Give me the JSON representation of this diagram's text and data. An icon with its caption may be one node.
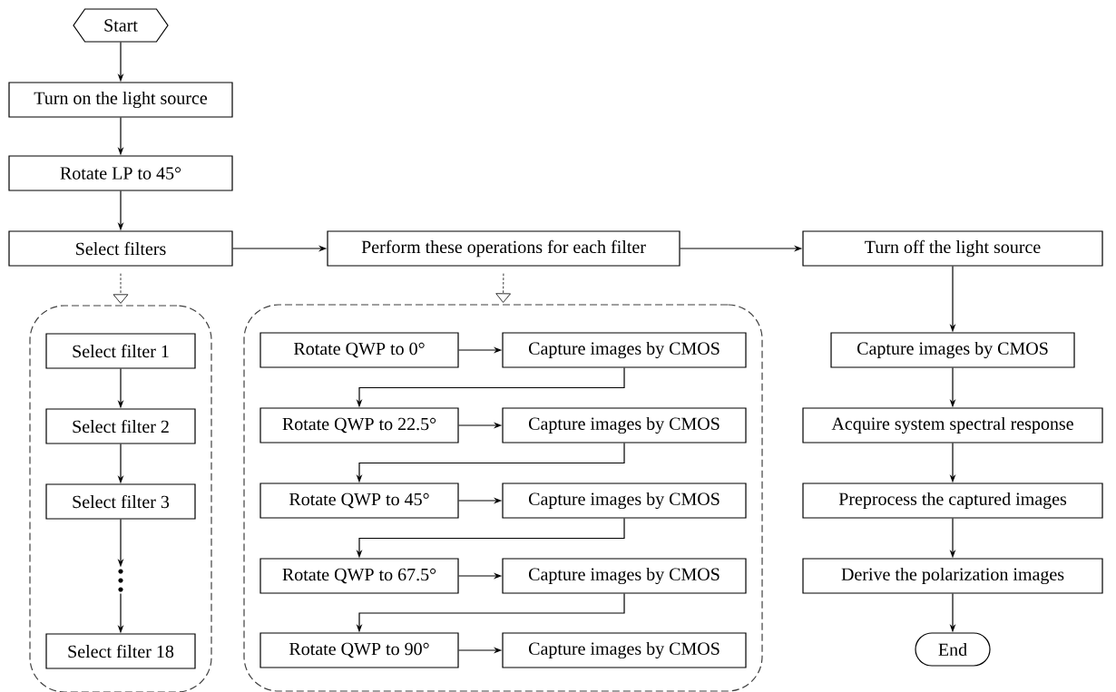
{
  "diagram": {
    "nodes": [
      {
        "text": [
          "Start"
        ]
      },
      {
        "text": [
          "Turn on the light source"
        ]
      },
      {
        "text": [
          "Rotate LP to 45°"
        ]
      },
      {
        "text": [
          "Select filters"
        ]
      },
      {
        "text": [
          "Perform these operations for each filter"
        ]
      },
      {
        "text": [
          "Turn off the light source"
        ]
      },
      {
        "text": [],
        "shape": "box"
      },
      {
        "text": [
          "Select filter 1"
        ],
        "in": 6
      },
      {
        "text": [
          "Select filter 2"
        ],
        "in": 6
      },
      {
        "text": [
          "Select filter 3"
        ],
        "in": 6
      },
      {
        "text": [],
        "shape": "dots",
        "in": 6
      },
      {
        "text": [
          "Select filter 18"
        ],
        "in": 6
      },
      {
        "text": [],
        "shape": "box"
      },
      {
        "text": [
          "Rotate QWP to 0°"
        ],
        "in": 12
      },
      {
        "text": [
          "Capture images by CMOS"
        ],
        "in": 12
      },
      {
        "text": [
          "Rotate QWP to 22.5°"
        ],
        "in": 12
      },
      {
        "text": [
          "Capture images by CMOS"
        ],
        "in": 12
      },
      {
        "text": [
          "Rotate QWP to 45°"
        ],
        "in": 12
      },
      {
        "text": [
          "Capture images by CMOS"
        ],
        "in": 12
      },
      {
        "text": [
          "Rotate QWP to 67.5°"
        ],
        "in": 12
      },
      {
        "text": [
          "Capture images by CMOS"
        ],
        "in": 12
      },
      {
        "text": [
          "Rotate QWP to 90°"
        ],
        "in": 12
      },
      {
        "text": [
          "Capture images by CMOS"
        ],
        "in": 12
      },
      {
        "text": [
          "Capture images by CMOS"
        ]
      },
      {
        "text": [
          "Acquire system spectral response"
        ]
      },
      {
        "text": [
          "Preprocess the captured images"
        ]
      },
      {
        "text": [
          "Derive the polarization images"
        ]
      },
      {
        "text": [
          "End"
        ]
      }
    ],
    "edges": [
      {
        "from": 0,
        "to": 1,
        "arrow": "to"
      },
      {
        "from": 1,
        "to": 2,
        "arrow": "to"
      },
      {
        "from": 2,
        "to": 3,
        "arrow": "to"
      },
      {
        "from": 3,
        "to": 4,
        "arrow": "to"
      },
      {
        "from": 4,
        "to": 5,
        "arrow": "to"
      },
      {
        "from": 5,
        "to": 23,
        "arrow": "to"
      },
      {
        "from": 23,
        "to": 24,
        "arrow": "to"
      },
      {
        "from": 24,
        "to": 25,
        "arrow": "to"
      },
      {
        "from": 25,
        "to": 26,
        "arrow": "to"
      },
      {
        "from": 26,
        "to": 27,
        "arrow": "to"
      },
      {
        "from": 3,
        "to": 6,
        "arrow": "to",
        "style": "dashed"
      },
      {
        "from": 4,
        "to": 12,
        "arrow": "to",
        "style": "dashed"
      },
      {
        "from": 7,
        "to": 8,
        "arrow": "to"
      },
      {
        "from": 8,
        "to": 9,
        "arrow": "to"
      },
      {
        "from": 9,
        "to": 10,
        "arrow": "to"
      },
      {
        "from": 10,
        "to": 11,
        "arrow": "to"
      },
      {
        "from": 13,
        "to": 14,
        "arrow": "to"
      },
      {
        "from": 14,
        "to": 15,
        "arrow": "to"
      },
      {
        "from": 15,
        "to": 16,
        "arrow": "to"
      },
      {
        "from": 16,
        "to": 17,
        "arrow": "to"
      },
      {
        "from": 17,
        "to": 18,
        "arrow": "to"
      },
      {
        "from": 18,
        "to": 19,
        "arrow": "to"
      },
      {
        "from": 19,
        "to": 20,
        "arrow": "to"
      },
      {
        "from": 20,
        "to": 21,
        "arrow": "to"
      },
      {
        "from": 21,
        "to": 22,
        "arrow": "to"
      }
    ]
  }
}
